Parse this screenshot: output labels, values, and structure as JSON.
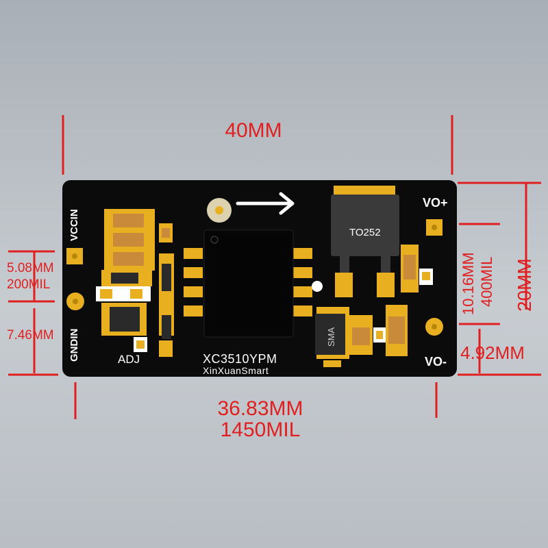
{
  "dimensions": {
    "width_top": "40MM",
    "width_bottom_mm": "36.83MM",
    "width_bottom_mil": "1450MIL",
    "left_pitch_mm": "5.08MM",
    "left_pitch_mil": "200MIL",
    "left_offset": "7.46MM",
    "right_pitch_mm": "10.16MM",
    "right_pitch_mil": "400MIL",
    "right_height": "20MM",
    "right_offset": "4.92MM"
  },
  "board": {
    "vccin_label": "VCCIN",
    "gndin_label": "GNDIN",
    "adj_label": "ADJ",
    "vo_plus_label": "VO+",
    "vo_minus_label": "VO-",
    "ic_name": "XC3510YPM",
    "brand": "XinXuanSmart",
    "package_label": "TO252",
    "diode_label": "SMA"
  },
  "colors": {
    "dimension": "#e02020",
    "board": "#0b0b0b",
    "pad": "#e8b020",
    "silkscreen": "#ffffff"
  }
}
